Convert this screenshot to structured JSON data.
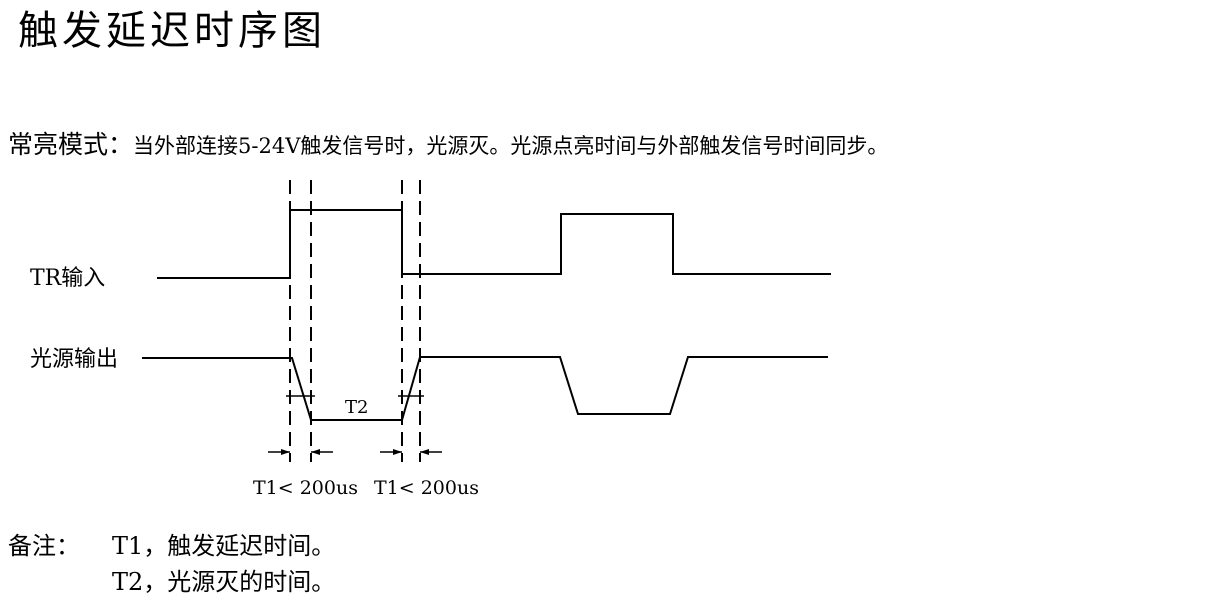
{
  "title": "触发延迟时序图",
  "mode": {
    "label": "常亮模式：",
    "description": "当外部连接5-24V触发信号时，光源灭。光源点亮时间与外部触发信号时间同步。"
  },
  "signals": {
    "trigger_input": "TR输入",
    "light_output": "光源输出"
  },
  "timing": {
    "t2": "T2",
    "t1_first": "T1< 200us",
    "t1_second": "T1< 200us"
  },
  "notes": {
    "label": "备注：",
    "t1": "T1，触发延迟时间。",
    "t2": "T2，光源灭的时间。"
  }
}
